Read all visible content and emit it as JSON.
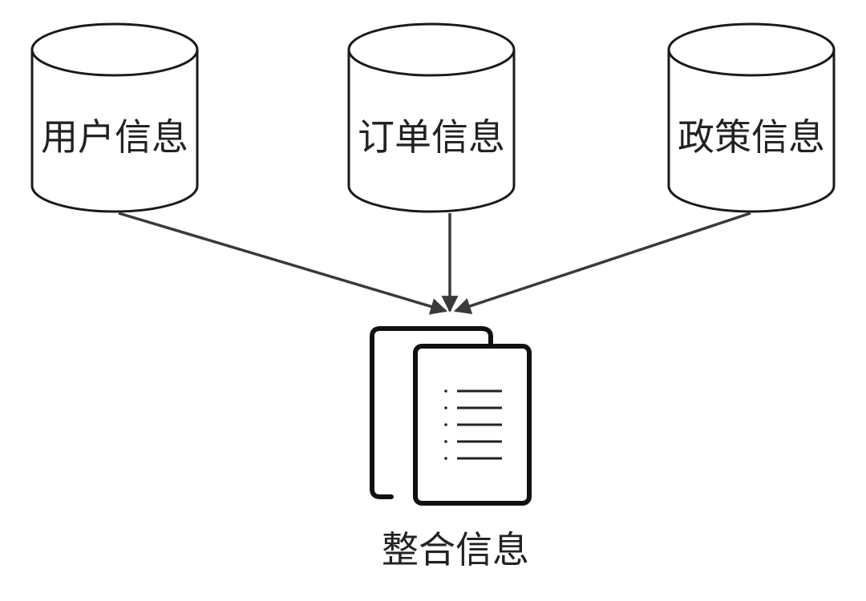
{
  "sources": [
    {
      "label": "用户信息",
      "icon": "database-icon"
    },
    {
      "label": "订单信息",
      "icon": "database-icon"
    },
    {
      "label": "政策信息",
      "icon": "database-icon"
    }
  ],
  "result": {
    "label": "整合信息",
    "icon": "documents-icon"
  },
  "colors": {
    "stroke": "#1a1a1a",
    "arrow": "#3a3a3a",
    "text": "#222222",
    "background": "#ffffff"
  }
}
